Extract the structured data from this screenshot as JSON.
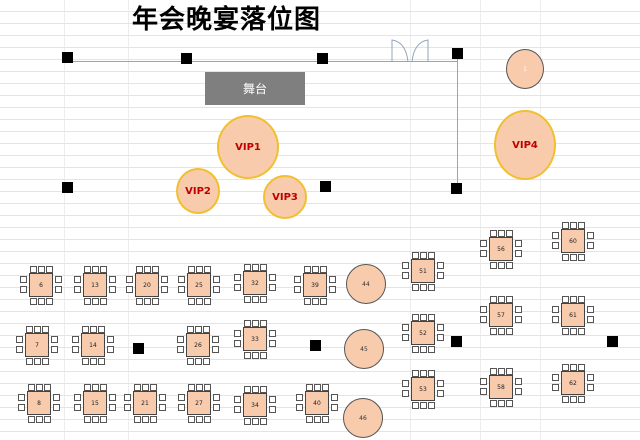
{
  "title": "年会晚宴落位图",
  "stage_label": "舞台",
  "vip_tables": [
    "VIP1",
    "VIP2",
    "VIP3",
    "VIP4"
  ],
  "round_tables": [
    "44",
    "45",
    "46"
  ],
  "small_round_label": "1",
  "tables": [
    "6",
    "13",
    "20",
    "25",
    "32",
    "39",
    "51",
    "56",
    "60",
    "7",
    "14",
    "26",
    "33",
    "52",
    "57",
    "61",
    "8",
    "15",
    "21",
    "27",
    "34",
    "40",
    "53",
    "58",
    "62"
  ],
  "colors": {
    "table_fill": "#f8cbad",
    "vip_border": "#f0c030",
    "vip_text": "#c00000",
    "stage": "#7f7f7f",
    "pillar": "#000000"
  },
  "icons": [
    "door-icon",
    "pillar-icon",
    "chair-icon"
  ]
}
